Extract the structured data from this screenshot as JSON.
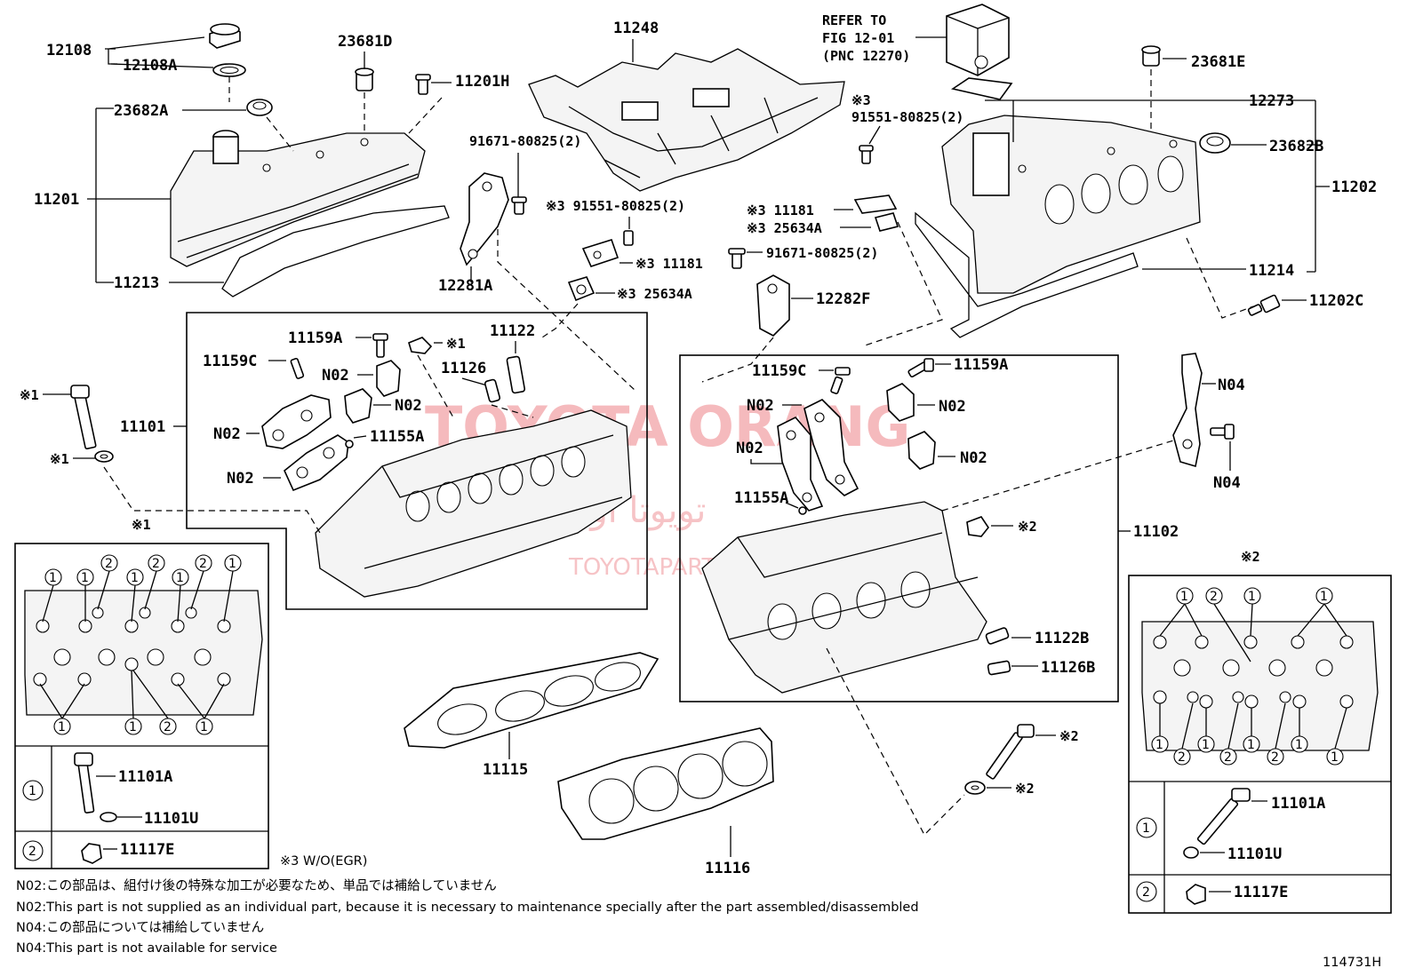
{
  "part_labels": {
    "p12108": "12108",
    "p12108A": "12108A",
    "p23681D": "23681D",
    "p11201H": "11201H",
    "p11248": "11248",
    "pRefer1": "REFER TO",
    "pRefer2": "FIG 12-01",
    "pRefer3": "(PNC 12270)",
    "p23681E": "23681E",
    "p23682A": "23682A",
    "p11201": "11201",
    "p11213": "11213",
    "p91671a": "91671-80825(2)",
    "p91551a_mark": "※3",
    "p91551a": "91551-80825(2)",
    "p12273": "12273",
    "p23682B": "23682B",
    "p11202": "11202",
    "p91551b": "※3 91551-80825(2)",
    "p11181a": "※3 11181",
    "p25634Aa": "※3 25634A",
    "p12281A": "12281A",
    "p11181b": "※3 11181",
    "p25634Ab": "※3 25634A",
    "p91671b": "91671-80825(2)",
    "p12282F": "12282F",
    "p11214": "11214",
    "p11202C": "11202C",
    "p11159A_l": "11159A",
    "p11159C_l": "11159C",
    "p11122": "11122",
    "p11126": "11126",
    "pX1a": "※1",
    "pN02_l1": "N02",
    "pN02_l2": "N02",
    "pN02_l3": "N02",
    "pN02_l4": "N02",
    "p11155A_l": "11155A",
    "p11101": "11101",
    "pX1b": "※1",
    "pX1c": "※1",
    "pX1d": "※1",
    "p11159C_r": "11159C",
    "p11159A_r": "11159A",
    "pN02_r1": "N02",
    "pN02_r2": "N02",
    "pN02_r3": "N02",
    "pN02_r4": "N02",
    "p11155A_r": "11155A",
    "pN04a": "N04",
    "pN04b": "N04",
    "pX2a": "※2",
    "p11102": "11102",
    "p11122B": "11122B",
    "p11126B": "11126B",
    "pX2b": "※2",
    "pX2c": "※2",
    "pX2d": "※2",
    "p11115": "11115",
    "p11116": "11116",
    "p11101A_l": "11101A",
    "p11101U_l": "11101U",
    "p11117E_l": "11117E",
    "p11101A_r": "11101A",
    "p11101U_r": "11101U",
    "p11117E_r": "11117E"
  },
  "circle_numbers": {
    "one": "1",
    "two": "2"
  },
  "notes": {
    "w_o_egr": "※3 W/O(EGR)",
    "n02_jp": "N02:この部品は、組付け後の特殊な加工が必要なため、単品では補給していません",
    "n02_en": "N02:This part is not supplied as an individual part, because it is necessary to maintenance specially after the part assembled/disassembled",
    "n04_jp": "N04:この部品については補給していません",
    "n04_en": "N04:This part is not available for service",
    "figure_id": "114731H"
  },
  "watermark": {
    "main": "TOYOTA ORANG",
    "arabic": "تويوتا اورنج",
    "site": "TOYOTAPARTS.IR"
  },
  "icons": [
    "oil-filler-cap-icon",
    "cylinder-head-cover-icon",
    "air-intake-chamber-icon",
    "cylinder-head-icon",
    "head-gasket-icon",
    "bolt-icon",
    "washer-icon",
    "engine-hanger-icon",
    "pvc-valve-icon"
  ]
}
